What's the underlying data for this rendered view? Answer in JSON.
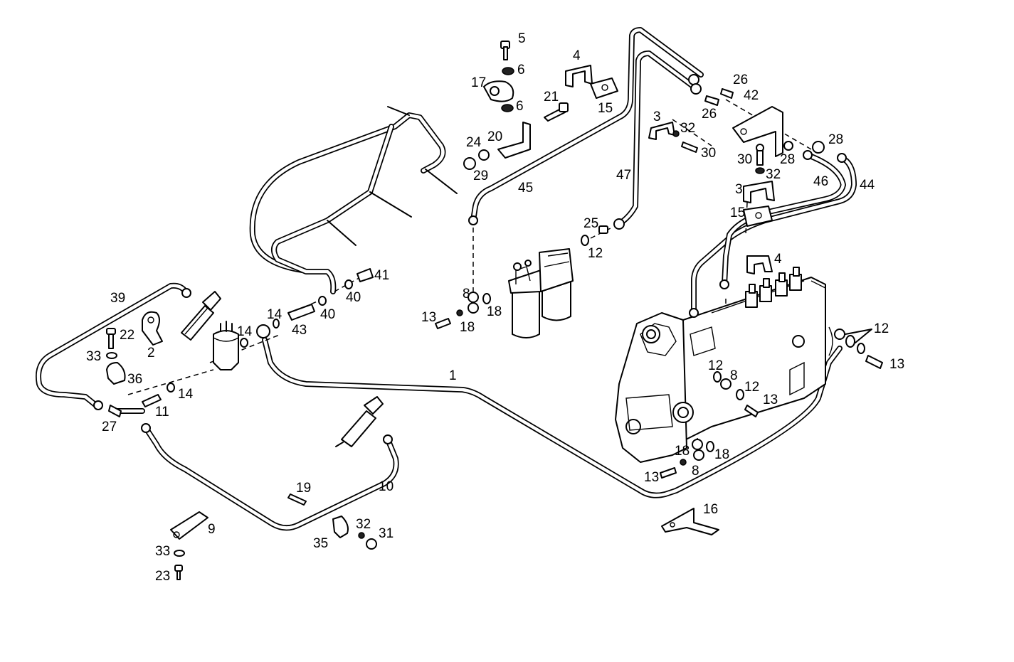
{
  "labels": {
    "l1": "1",
    "l2": "2",
    "l3a": "3",
    "l3b": "3",
    "l4a": "4",
    "l4b": "4",
    "l5": "5",
    "l6a": "6",
    "l6b": "6",
    "l8a": "8",
    "l8b": "8",
    "l8c": "8",
    "l9": "9",
    "l10": "10",
    "l11": "11",
    "l12a": "12",
    "l12b": "12",
    "l12c": "12",
    "l12d": "12",
    "l13a": "13",
    "l13b": "13",
    "l13c": "13",
    "l13d": "13",
    "l14a": "14",
    "l14b": "14",
    "l14c": "14",
    "l15a": "15",
    "l15b": "15",
    "l16": "16",
    "l17": "17",
    "l18a": "18",
    "l18b": "18",
    "l18c": "18",
    "l18d": "18",
    "l19": "19",
    "l20": "20",
    "l21": "21",
    "l22": "22",
    "l23": "23",
    "l24": "24",
    "l25": "25",
    "l26a": "26",
    "l26b": "26",
    "l27": "27",
    "l28a": "28",
    "l28b": "28",
    "l29": "29",
    "l30a": "30",
    "l30b": "30",
    "l31": "31",
    "l32a": "32",
    "l32b": "32",
    "l32c": "32",
    "l33a": "33",
    "l33b": "33",
    "l35": "35",
    "l36": "36",
    "l39": "39",
    "l40a": "40",
    "l40b": "40",
    "l41": "41",
    "l42": "42",
    "l43": "43",
    "l44": "44",
    "l45": "45",
    "l46": "46",
    "l47": "47"
  }
}
